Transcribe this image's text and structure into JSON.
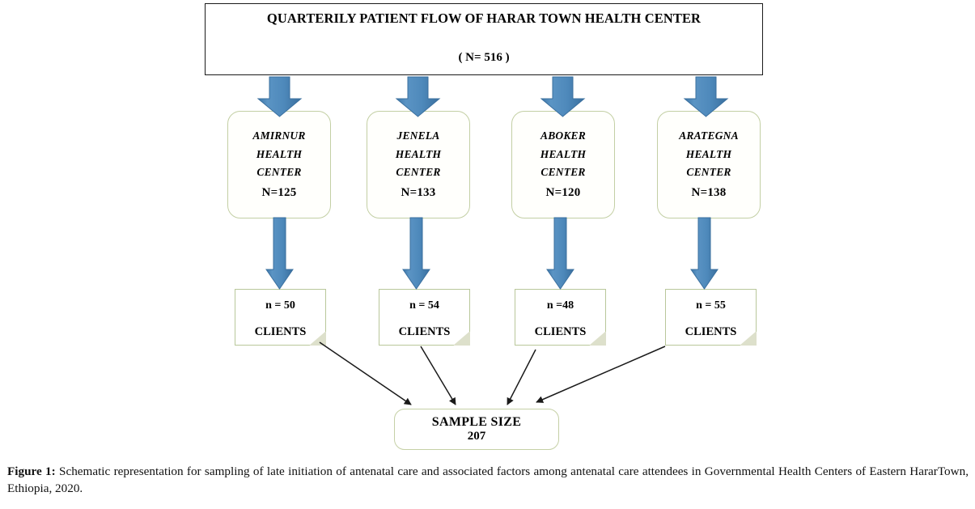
{
  "figure": {
    "title_line1": "QUARTERILY PATIENT FLOW OF HARAR TOWN HEALTH CENTER",
    "title_line2": "( N=  516 )",
    "accent_blue": "#4a86b8",
    "box_border_green": "#c3cfa4",
    "arrow_black": "#1a1a1a"
  },
  "health_centers": [
    {
      "name": "AMIRNUR",
      "line2": "HEALTH",
      "line3": "CENTER",
      "count": "N=125"
    },
    {
      "name": "JENELA",
      "line2": "HEALTH",
      "line3": "CENTER",
      "count": "N=133"
    },
    {
      "name": "ABOKER",
      "line2": "HEALTH",
      "line3": "CENTER",
      "count": "N=120"
    },
    {
      "name": "ARATEGNA",
      "line2": "HEALTH",
      "line3": "CENTER",
      "count": "N=138"
    }
  ],
  "clients": [
    {
      "count": "n = 50",
      "label": "CLIENTS"
    },
    {
      "count": "n = 54",
      "label": "CLIENTS"
    },
    {
      "count": "n =48",
      "label": "CLIENTS"
    },
    {
      "count": "n = 55",
      "label": "CLIENTS"
    }
  ],
  "sample": {
    "label": "SAMPLE SIZE",
    "value": "207"
  },
  "caption": {
    "prefix": "Figure 1:",
    "text": " Schematic representation for sampling of late initiation of antenatal care and associated factors among antenatal care attendees in Governmental Health Centers of Eastern HararTown, Ethiopia, 2020."
  },
  "chart_data": {
    "type": "diagram",
    "title": "QUARTERILY PATIENT FLOW OF HARAR TOWN HEALTH CENTER",
    "total_population": 516,
    "nodes": [
      {
        "id": "amirnur",
        "label": "AMIRNUR HEALTH CENTER",
        "N": 125,
        "n": 50
      },
      {
        "id": "jenela",
        "label": "JENELA HEALTH CENTER",
        "N": 133,
        "n": 54
      },
      {
        "id": "aboker",
        "label": "ABOKER HEALTH CENTER",
        "N": 120,
        "n": 48
      },
      {
        "id": "arategna",
        "label": "ARATEGNA HEALTH CENTER",
        "N": 138,
        "n": 55
      }
    ],
    "sample_size": 207
  }
}
